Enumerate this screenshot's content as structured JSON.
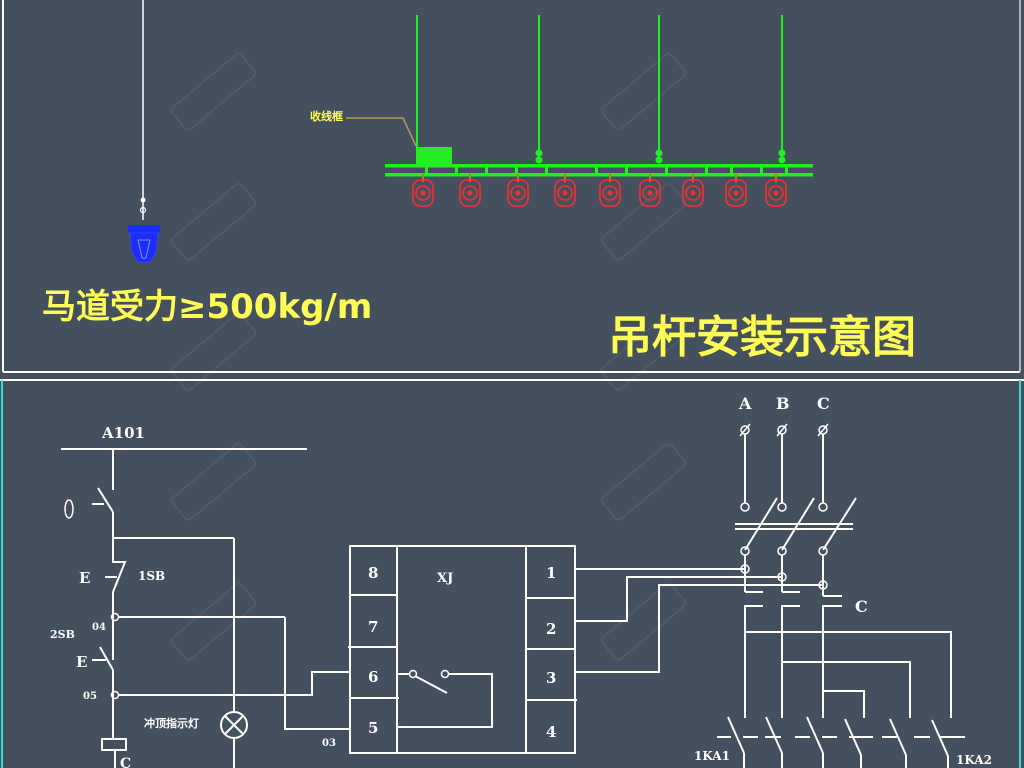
{
  "top_panel": {
    "title": "吊杆安装示意图",
    "load_note": "马道受力≥500kg/m",
    "callout_label": "收线框",
    "fixture_count": 9,
    "hanger_rods": 4,
    "colors": {
      "background": "#45505e",
      "truss": "#22ee22",
      "fixtures": "#ff2a2a",
      "spot_fixture": "#1a2cff",
      "text": "#ffff55",
      "leader": "#b09a5a"
    }
  },
  "bottom_panel": {
    "bus_label": "A101",
    "switch_1sb": "1SB",
    "switch_2sb": "2SB",
    "e_label_1": "E",
    "e_label_2": "E",
    "node_04": "04",
    "node_05": "05",
    "node_03": "03",
    "lamp_label": "冲顶指示灯",
    "coil_label": "C",
    "relay": {
      "name": "XJ",
      "left_pins": [
        "8",
        "7",
        "6",
        "5"
      ],
      "right_pins": [
        "1",
        "2",
        "3",
        "4"
      ]
    },
    "phases": [
      "A",
      "B",
      "C"
    ],
    "contactor_label": "C",
    "ka1_label": "1KA1",
    "ka2_label": "1KA2"
  }
}
